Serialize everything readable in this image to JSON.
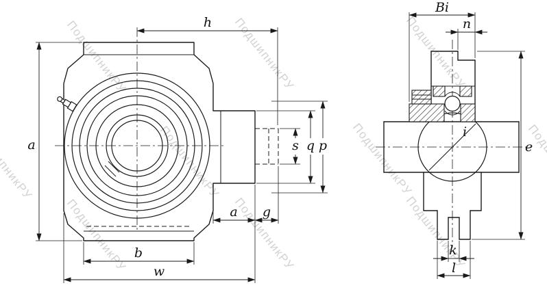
{
  "watermark": {
    "text": "ПодшипникРУ",
    "color": "#c8c8c8"
  },
  "front_view": {
    "dim_h": "h",
    "dim_a_height": "a",
    "dim_s": "s",
    "dim_q": "q",
    "dim_p": "p",
    "dim_a_slot": "a",
    "dim_g": "g",
    "dim_b": "b",
    "dim_w": "w"
  },
  "side_view": {
    "dim_Bi": "Bi",
    "dim_n": "n",
    "dim_i": "i",
    "dim_e": "e",
    "dim_k": "k",
    "dim_l": "l"
  },
  "colors": {
    "background": "#ffffff",
    "line": "#1a1a1a",
    "watermark": "#c8c8c8"
  }
}
